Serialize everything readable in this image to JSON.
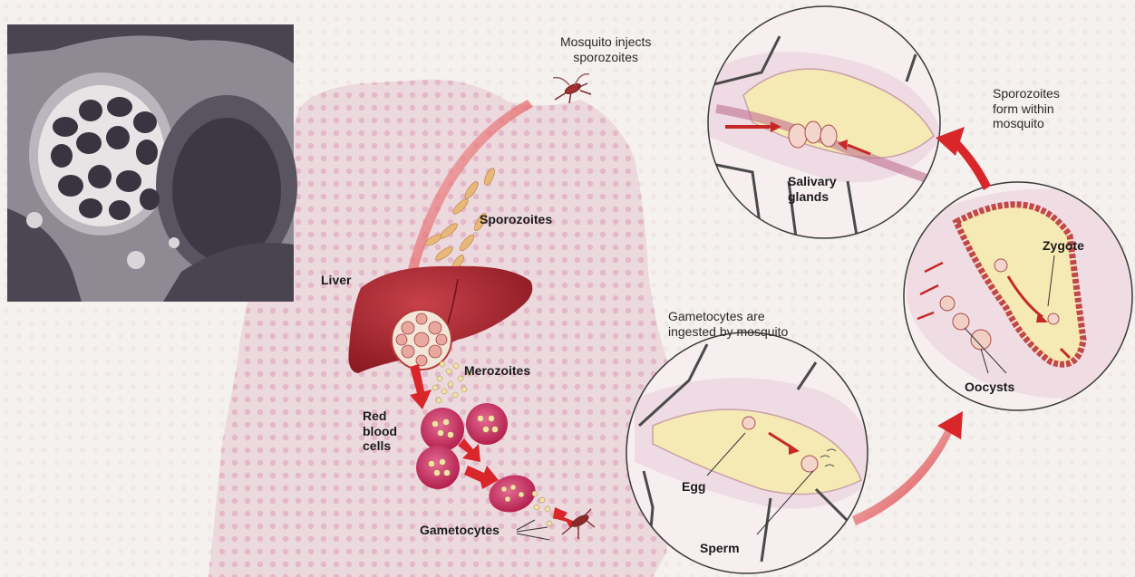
{
  "labels": {
    "mosquito_injects": [
      "Mosquito injects",
      "sporozoites"
    ],
    "sporozoites_form": [
      "Sporozoites",
      "form within",
      "mosquito"
    ],
    "salivary_glands": [
      "Salivary",
      "glands"
    ],
    "sporozoites": "Sporozoites",
    "liver": "Liver",
    "zygote": "Zygote",
    "gametocytes_ingested": [
      "Gametocytes are",
      "ingested by mosquito"
    ],
    "merozoites": "Merozoites",
    "red_blood_cells": [
      "Red",
      "blood",
      "cells"
    ],
    "oocysts": "Oocysts",
    "egg": "Egg",
    "gametocytes": "Gametocytes",
    "sperm": "Sperm"
  },
  "colors": {
    "background": "#f4f1ee",
    "body_fill": "#ead3d9",
    "liver": "#a8232a",
    "arrow_red": "#d8262b",
    "red_cell": "#c52a5a",
    "micrograph_dark": "#3a3340",
    "circle_fill": "#f7eef0",
    "gut_yellow": "#f5e9b4"
  }
}
